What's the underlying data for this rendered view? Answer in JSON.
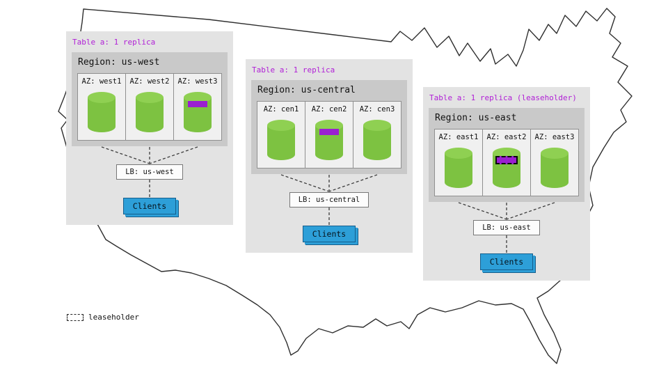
{
  "legend": {
    "label": "leaseholder"
  },
  "colors": {
    "accent_purple": "#b01fd6",
    "replica_purple": "#9a1fd0",
    "cylinder_green": "#7dc241",
    "cylinder_green_top": "#8fd052",
    "clients_blue": "#2d9fd8",
    "card_gray": "#e3e3e3",
    "region_panel_gray": "#c9c9c9"
  },
  "regions": [
    {
      "table_label": "Table a: 1 replica",
      "region_label": "Region: us-west",
      "lb_label": "LB: us-west",
      "clients_label": "Clients",
      "azs": [
        {
          "label": "AZ: west1",
          "replica": false,
          "leaseholder": false
        },
        {
          "label": "AZ: west2",
          "replica": false,
          "leaseholder": false
        },
        {
          "label": "AZ: west3",
          "replica": true,
          "leaseholder": false
        }
      ]
    },
    {
      "table_label": "Table a: 1 replica",
      "region_label": "Region: us-central",
      "lb_label": "LB: us-central",
      "clients_label": "Clients",
      "azs": [
        {
          "label": "AZ: cen1",
          "replica": false,
          "leaseholder": false
        },
        {
          "label": "AZ: cen2",
          "replica": true,
          "leaseholder": false
        },
        {
          "label": "AZ: cen3",
          "replica": false,
          "leaseholder": false
        }
      ]
    },
    {
      "table_label": "Table a: 1 replica (leaseholder)",
      "region_label": "Region: us-east",
      "lb_label": "LB: us-east",
      "clients_label": "Clients",
      "azs": [
        {
          "label": "AZ: east1",
          "replica": false,
          "leaseholder": false
        },
        {
          "label": "AZ: east2",
          "replica": true,
          "leaseholder": true
        },
        {
          "label": "AZ: east3",
          "replica": false,
          "leaseholder": false
        }
      ]
    }
  ]
}
